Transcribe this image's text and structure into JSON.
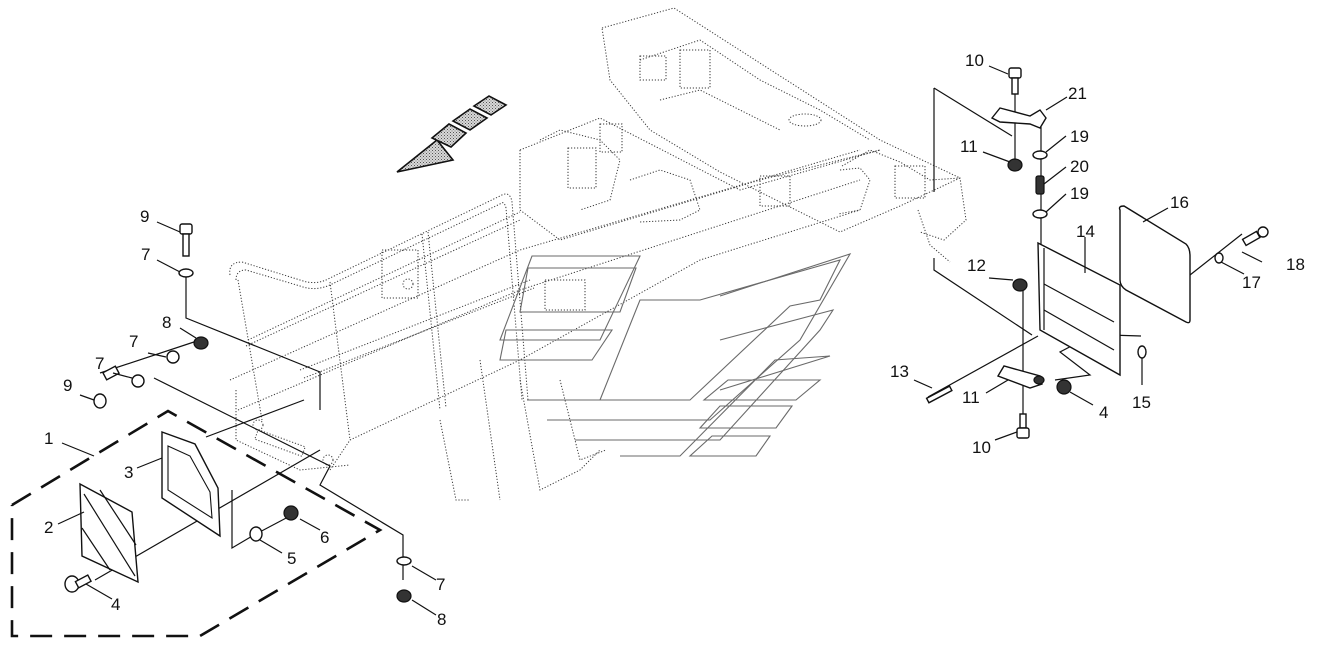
{
  "diagram": {
    "title": "Exploded parts diagram — rear frame, reflector kit and license plate bracket",
    "direction_arrow": "front-direction-arrow-icon",
    "callouts": [
      {
        "id": "c1",
        "number": "1",
        "part": "reflector-kit"
      },
      {
        "id": "c2",
        "number": "2",
        "part": "reflector"
      },
      {
        "id": "c3",
        "number": "3",
        "part": "reflector-bracket"
      },
      {
        "id": "c4a",
        "number": "4",
        "part": "carriage-bolt"
      },
      {
        "id": "c5",
        "number": "5",
        "part": "washer"
      },
      {
        "id": "c6",
        "number": "6",
        "part": "nut"
      },
      {
        "id": "c7a",
        "number": "7",
        "part": "washer"
      },
      {
        "id": "c7b",
        "number": "7",
        "part": "washer"
      },
      {
        "id": "c7c",
        "number": "7",
        "part": "washer"
      },
      {
        "id": "c7d",
        "number": "7",
        "part": "washer"
      },
      {
        "id": "c8a",
        "number": "8",
        "part": "nut"
      },
      {
        "id": "c8b",
        "number": "8",
        "part": "nut"
      },
      {
        "id": "c9a",
        "number": "9",
        "part": "bolt"
      },
      {
        "id": "c9b",
        "number": "9",
        "part": "bolt"
      },
      {
        "id": "c10a",
        "number": "10",
        "part": "bolt"
      },
      {
        "id": "c10b",
        "number": "10",
        "part": "bolt"
      },
      {
        "id": "c11a",
        "number": "11",
        "part": "nut"
      },
      {
        "id": "c11b",
        "number": "11",
        "part": "plate"
      },
      {
        "id": "c12",
        "number": "12",
        "part": "nut"
      },
      {
        "id": "c13",
        "number": "13",
        "part": "pin"
      },
      {
        "id": "c14",
        "number": "14",
        "part": "plate-holder"
      },
      {
        "id": "c4b",
        "number": "4",
        "part": "nut"
      },
      {
        "id": "c15",
        "number": "15",
        "part": "plug"
      },
      {
        "id": "c16",
        "number": "16",
        "part": "license-plate"
      },
      {
        "id": "c17",
        "number": "17",
        "part": "washer"
      },
      {
        "id": "c18",
        "number": "18",
        "part": "screw"
      },
      {
        "id": "c19a",
        "number": "19",
        "part": "washer"
      },
      {
        "id": "c19b",
        "number": "19",
        "part": "washer"
      },
      {
        "id": "c20",
        "number": "20",
        "part": "spring"
      },
      {
        "id": "c21",
        "number": "21",
        "part": "bracket-arm"
      }
    ]
  }
}
